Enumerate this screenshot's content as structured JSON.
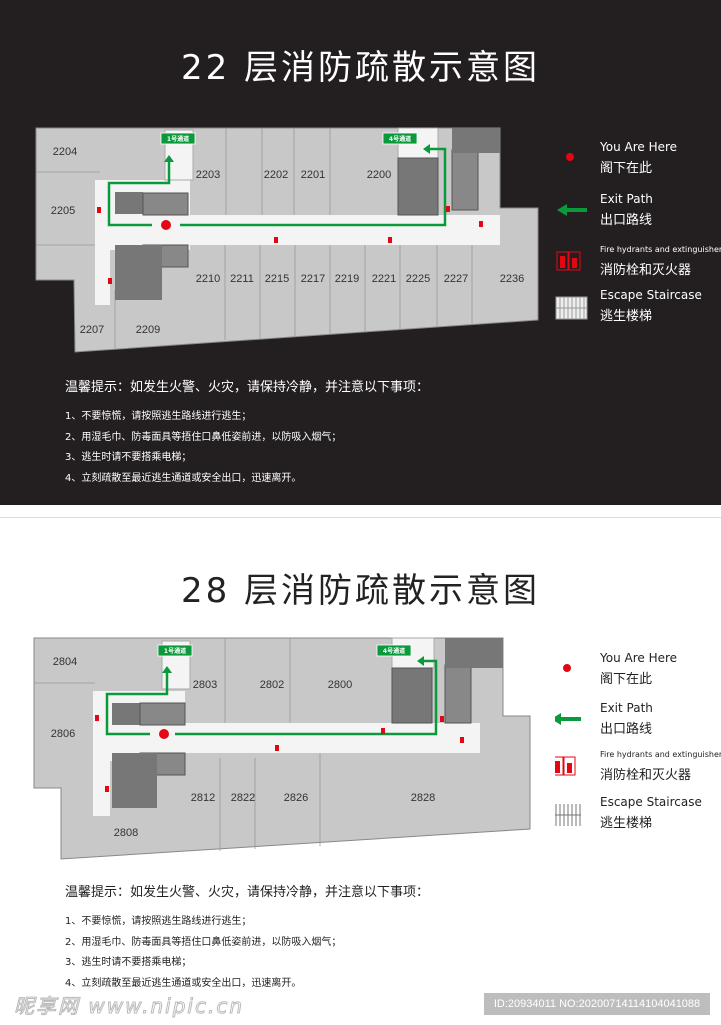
{
  "floor22": {
    "title": "22 层消防疏散示意图",
    "rooms": [
      "2204",
      "2205",
      "2203",
      "2202",
      "2201",
      "2200",
      "2210",
      "2211",
      "2215",
      "2217",
      "2219",
      "2221",
      "2225",
      "2227",
      "2236",
      "2207",
      "2209"
    ],
    "exits": [
      "1号通道",
      "4号通道"
    ],
    "notes": {
      "title": "温馨提示：如发生火警、火灾，请保持冷静，并注意以下事项：",
      "items": [
        "1、不要惊慌，请按照逃生路线进行逃生；",
        "2、用湿毛巾、防毒面具等捂住口鼻低姿前进，以防吸入烟气；",
        "3、逃生时请不要搭乘电梯；",
        "4、立刻疏散至最近逃生通道或安全出口，迅速离开。"
      ]
    }
  },
  "floor28": {
    "title": "28 层消防疏散示意图",
    "rooms": [
      "2804",
      "2806",
      "2803",
      "2802",
      "2800",
      "2812",
      "2822",
      "2826",
      "2828",
      "2808"
    ],
    "exits": [
      "1号通道",
      "4号通道"
    ],
    "notes": {
      "title": "温馨提示：如发生火警、火灾，请保持冷静，并注意以下事项：",
      "items": [
        "1、不要惊慌，请按照逃生路线进行逃生；",
        "2、用湿毛巾、防毒面具等捂住口鼻低姿前进，以防吸入烟气；",
        "3、逃生时请不要搭乘电梯；",
        "4、立刻疏散至最近逃生通道或安全出口，迅速离开。"
      ]
    }
  },
  "legend": {
    "you_are_here_en": "You Are Here",
    "you_are_here_zh": "阁下在此",
    "exit_path_en": "Exit Path",
    "exit_path_zh": "出口路线",
    "hydrant_en": "Fire hydrants and extinguishers",
    "hydrant_zh": "消防栓和灭火器",
    "stair_en": "Escape Staircase",
    "stair_zh": "逃生楼梯"
  },
  "colors": {
    "exit_path": "#0a9a3c",
    "you_are_here": "#e30613",
    "hydrant": "#e30613",
    "dark_bg": "#231f20"
  },
  "watermark": {
    "logo": "昵享网 www.nipic.cn",
    "id": "ID:20934011 NO:20200714114104041088"
  }
}
